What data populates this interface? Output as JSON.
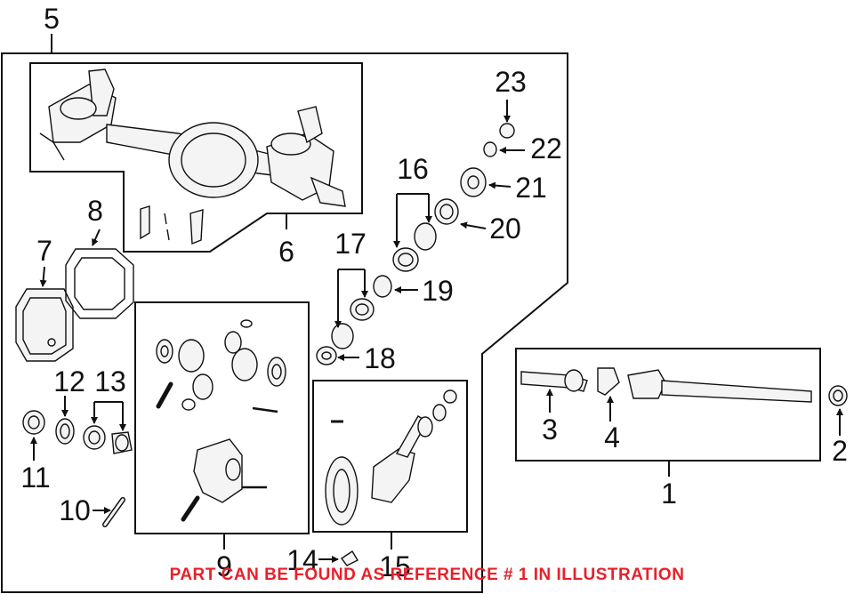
{
  "callouts": {
    "n1": "1",
    "n2": "2",
    "n3": "3",
    "n4": "4",
    "n5": "5",
    "n6": "6",
    "n7": "7",
    "n8": "8",
    "n9": "9",
    "n10": "10",
    "n11": "11",
    "n12": "12",
    "n13": "13",
    "n14": "14",
    "n15": "15",
    "n16": "16",
    "n17": "17",
    "n18": "18",
    "n19": "19",
    "n20": "20",
    "n21": "21",
    "n22": "22",
    "n23": "23"
  },
  "footer_note": "PART CAN BE FOUND AS REFERENCE # 1 IN ILLUSTRATION",
  "colors": {
    "note": "#e8202a",
    "line": "#111111"
  }
}
